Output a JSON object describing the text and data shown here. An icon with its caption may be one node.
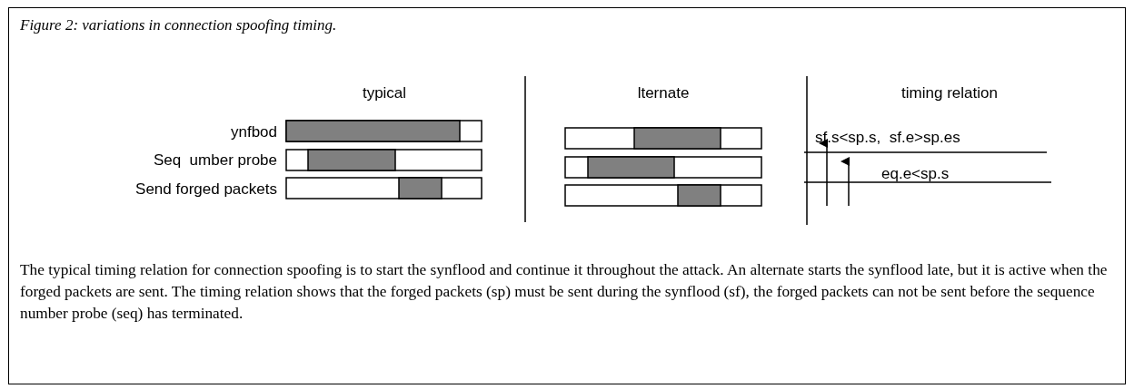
{
  "diagram": {
    "title": "Figure 2: variations in connection spoofing timing.",
    "caption": "The typical timing relation for connection spoofing is to start the synflood and continue it throughout the attack. An alternate starts the synflood late, but it is active when the forged packets are sent. The timing relation shows that the forged packets (sp) must be sent during the synflood (sf), the forged packets can not be sent before the sequence number  probe (seq) has terminated.",
    "labels": [
      "typical",
      "lternate",
      "timing relation",
      "ynfbod",
      "Seq  umber probe",
      "Send forged packets",
      "sf.s<sp.s,  sf.e>sp.es",
      "eq.e<sp.s"
    ]
  }
}
